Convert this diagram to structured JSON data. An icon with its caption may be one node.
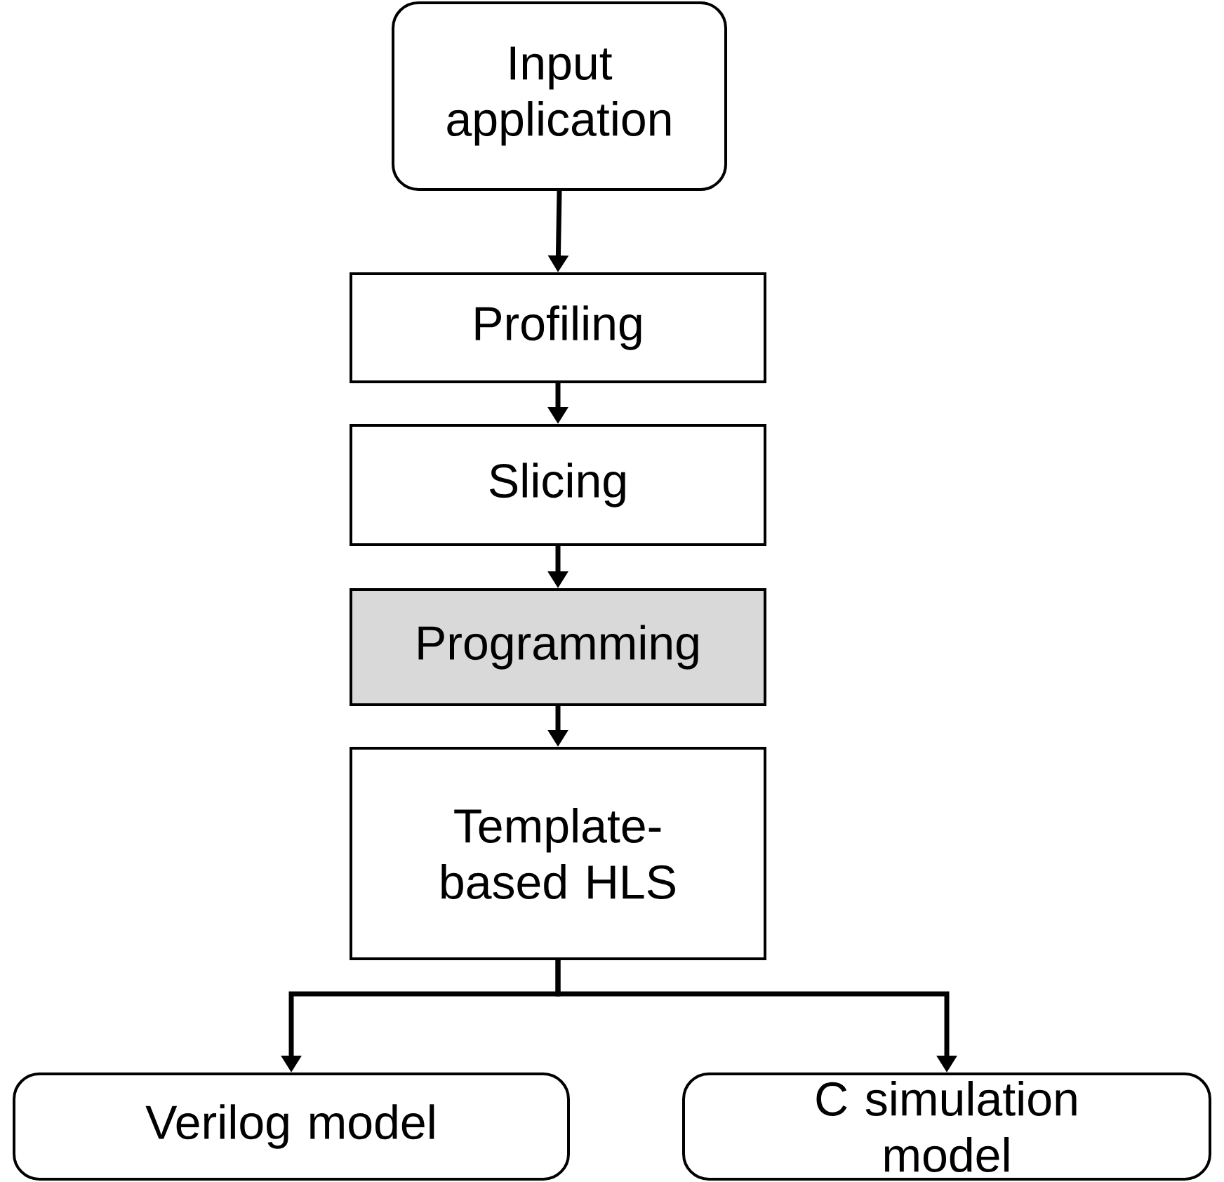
{
  "diagram": {
    "nodes": [
      {
        "text": [
          "Input application"
        ]
      },
      {
        "text": [
          "Profiling"
        ]
      },
      {
        "text": [
          "Slicing"
        ]
      },
      {
        "text": [
          "Programming"
        ]
      },
      {
        "text": [
          "Template-based HLS"
        ]
      },
      {
        "text": [
          "Verilog model"
        ]
      },
      {
        "text": [
          "C simulation model"
        ]
      }
    ],
    "edges": [
      {
        "from": 0,
        "to": 1,
        "arrow": "to"
      },
      {
        "from": 1,
        "to": 2,
        "arrow": "to"
      },
      {
        "from": 2,
        "to": 3,
        "arrow": "to"
      },
      {
        "from": 3,
        "to": 4,
        "arrow": "to"
      },
      {
        "from": 4,
        "to": 5,
        "arrow": "to"
      },
      {
        "from": 4,
        "to": 6,
        "arrow": "to"
      }
    ]
  }
}
